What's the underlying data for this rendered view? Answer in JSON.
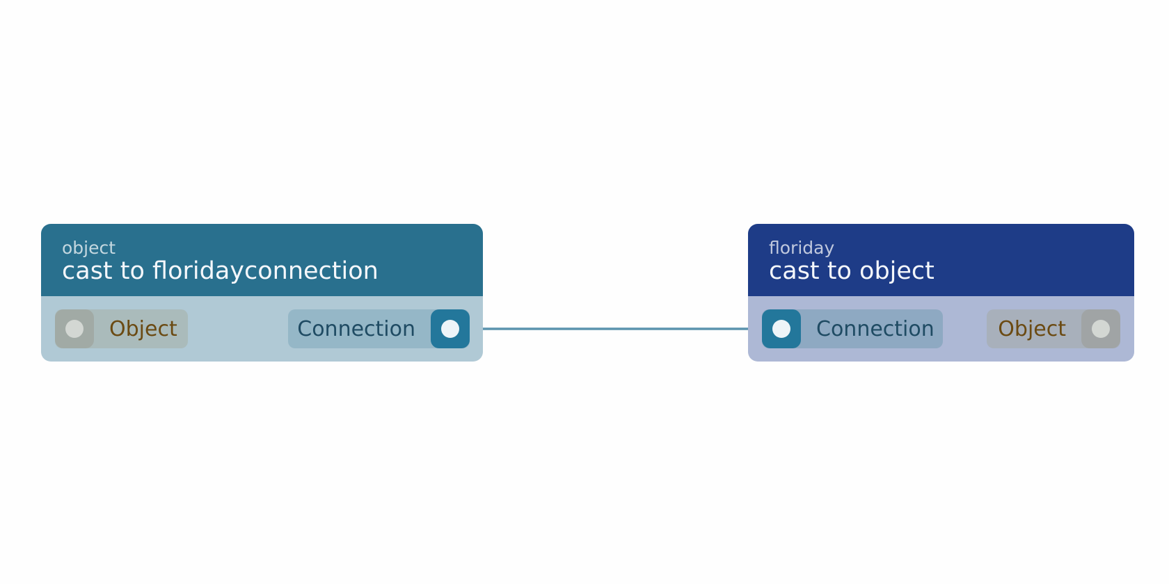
{
  "canvas": {
    "background": "#fefefe",
    "wire_color": "#5b93ae"
  },
  "nodes": [
    {
      "id": "left",
      "category": "object",
      "title": "cast to floridayconnection",
      "header_color": "#29708e",
      "body_color": "#b0c9d5",
      "input_pin": {
        "label": "Object",
        "type": "object"
      },
      "output_pin": {
        "label": "Connection",
        "type": "connection"
      }
    },
    {
      "id": "right",
      "category": "floriday",
      "title": "cast to object",
      "header_color": "#1e3c87",
      "body_color": "#adb8d5",
      "input_pin": {
        "label": "Connection",
        "type": "connection"
      },
      "output_pin": {
        "label": "Object",
        "type": "object"
      }
    }
  ],
  "links": [
    {
      "from": "left.output_pin",
      "to": "right.input_pin"
    }
  ]
}
